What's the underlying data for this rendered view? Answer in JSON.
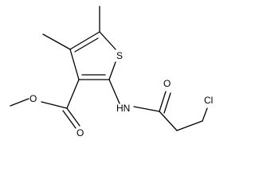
{
  "molecule": {
    "atom_labels": {
      "sulfur": "S",
      "ester_oxygen": "O",
      "carbonyl_oxygen_ester": "O",
      "amide_nitrogen": "HN",
      "amide_oxygen": "O",
      "chlorine": "Cl"
    },
    "colors": {
      "bond": "#000000",
      "text": "#000000",
      "background": "#ffffff"
    }
  }
}
